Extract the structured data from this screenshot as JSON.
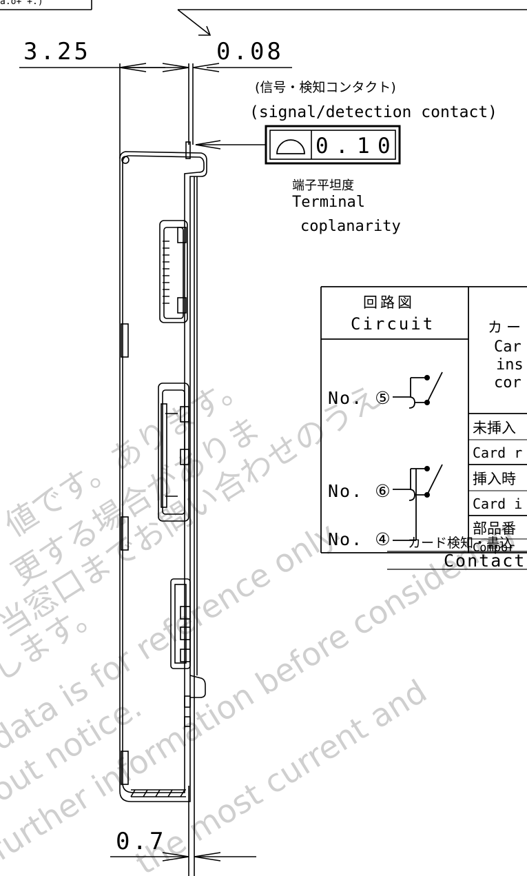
{
  "header_fragment": "a.o+ +.)",
  "dimensions": {
    "left_width": "3.25",
    "contact_offset": "0.08",
    "bottom_offset": "0.7"
  },
  "contact_label": {
    "jp": "(信号・検知コンタクト)",
    "en": "(signal/detection contact)"
  },
  "coplanarity": {
    "value": "0.10",
    "value_chars": [
      "0",
      ".",
      "1",
      "0"
    ],
    "jp": "端子平坦度",
    "en1": "Terminal",
    "en2": "coplanarity"
  },
  "table": {
    "circuit_header_jp": "回路図",
    "circuit_header_en": "Circuit",
    "col2_header_jp": "カー",
    "col2_header_en": [
      "Car",
      "ins",
      "cor"
    ],
    "pins": [
      "No. ⑤",
      "No. ⑥",
      "No. ④"
    ],
    "rows": [
      {
        "jp": "未挿入",
        "en": "Card r"
      },
      {
        "jp": "挿入時",
        "en": "Card i"
      },
      {
        "jp": "部品番",
        "en": "Compor"
      }
    ],
    "caption_jp": "カード検知・書込",
    "caption_en": "Contact"
  },
  "watermark_lines": [
    "値です。あります。",
    "更する場合がありま",
    "当窓口までお問い合わせのうえ",
    "します。",
    "data is for reference only.",
    "out notice.",
    "further information before considering",
    "the most current and"
  ],
  "colors": {
    "ink": "#000000",
    "watermark": "#c8c8c8"
  }
}
